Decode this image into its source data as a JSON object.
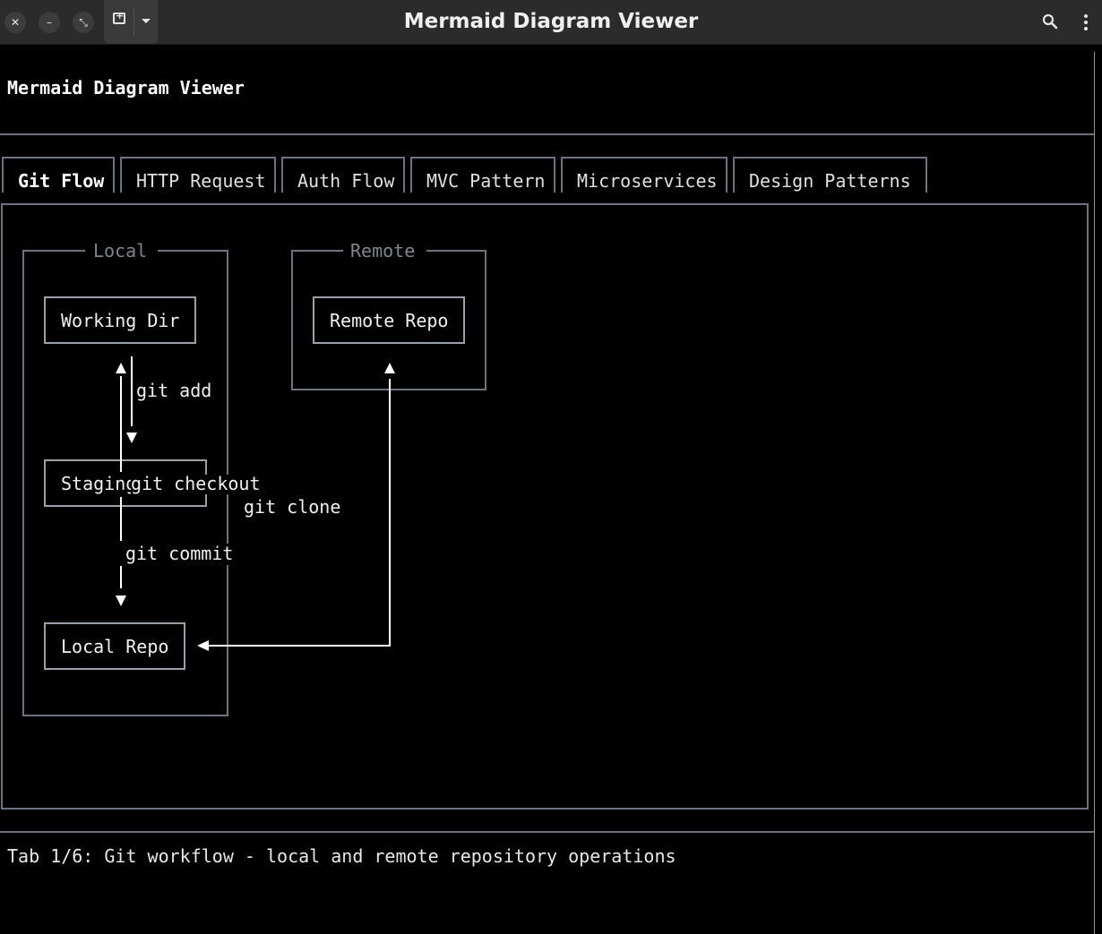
{
  "window": {
    "title": "Mermaid Diagram Viewer",
    "controls": [
      "close-icon",
      "minimize-icon",
      "restore-icon"
    ],
    "new_tab_icon": "new-tab-icon",
    "search_icon": "search-icon",
    "menu_icon": "kebab-menu-icon"
  },
  "app": {
    "title": "Mermaid Diagram Viewer"
  },
  "tabs": [
    {
      "label": "Git Flow",
      "active": true
    },
    {
      "label": "HTTP Request",
      "active": false
    },
    {
      "label": "Auth Flow",
      "active": false
    },
    {
      "label": "MVC Pattern",
      "active": false
    },
    {
      "label": "Microservices",
      "active": false
    },
    {
      "label": "Design Patterns",
      "active": false
    }
  ],
  "diagram": {
    "groups": {
      "local": "Local",
      "remote": "Remote"
    },
    "nodes": {
      "working_dir": "Working Dir",
      "staging": "Staging",
      "local_repo": "Local Repo",
      "remote_repo": "Remote Repo"
    },
    "edges": {
      "git_add": "git add",
      "git_checkout": "git checkout",
      "git_commit": "git commit",
      "git_clone": "git clone"
    },
    "colors": {
      "node_border": "#9aa0a8",
      "group_border": "#6b7380",
      "group_label": "#7d8590",
      "arrow": "#ffffff"
    }
  },
  "status": {
    "text": "Tab 1/6: Git workflow - local and remote repository operations"
  }
}
